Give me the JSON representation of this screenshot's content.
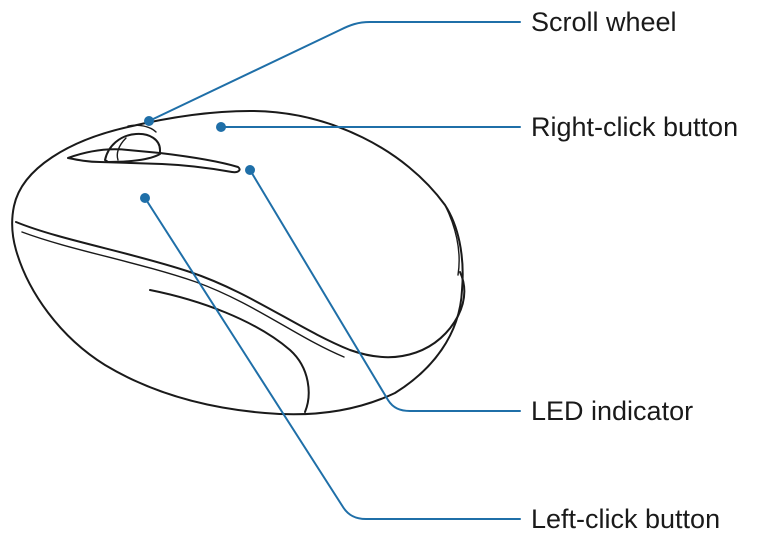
{
  "diagram": {
    "subject_icon": "wireless-mouse",
    "colors": {
      "callout": "#1f6fa8",
      "outline": "#1a1a1a",
      "background": "#ffffff"
    },
    "callouts": {
      "scroll_wheel": "Scroll wheel",
      "right_click": "Right-click button",
      "led": "LED indicator",
      "left_click": "Left-click button"
    }
  }
}
